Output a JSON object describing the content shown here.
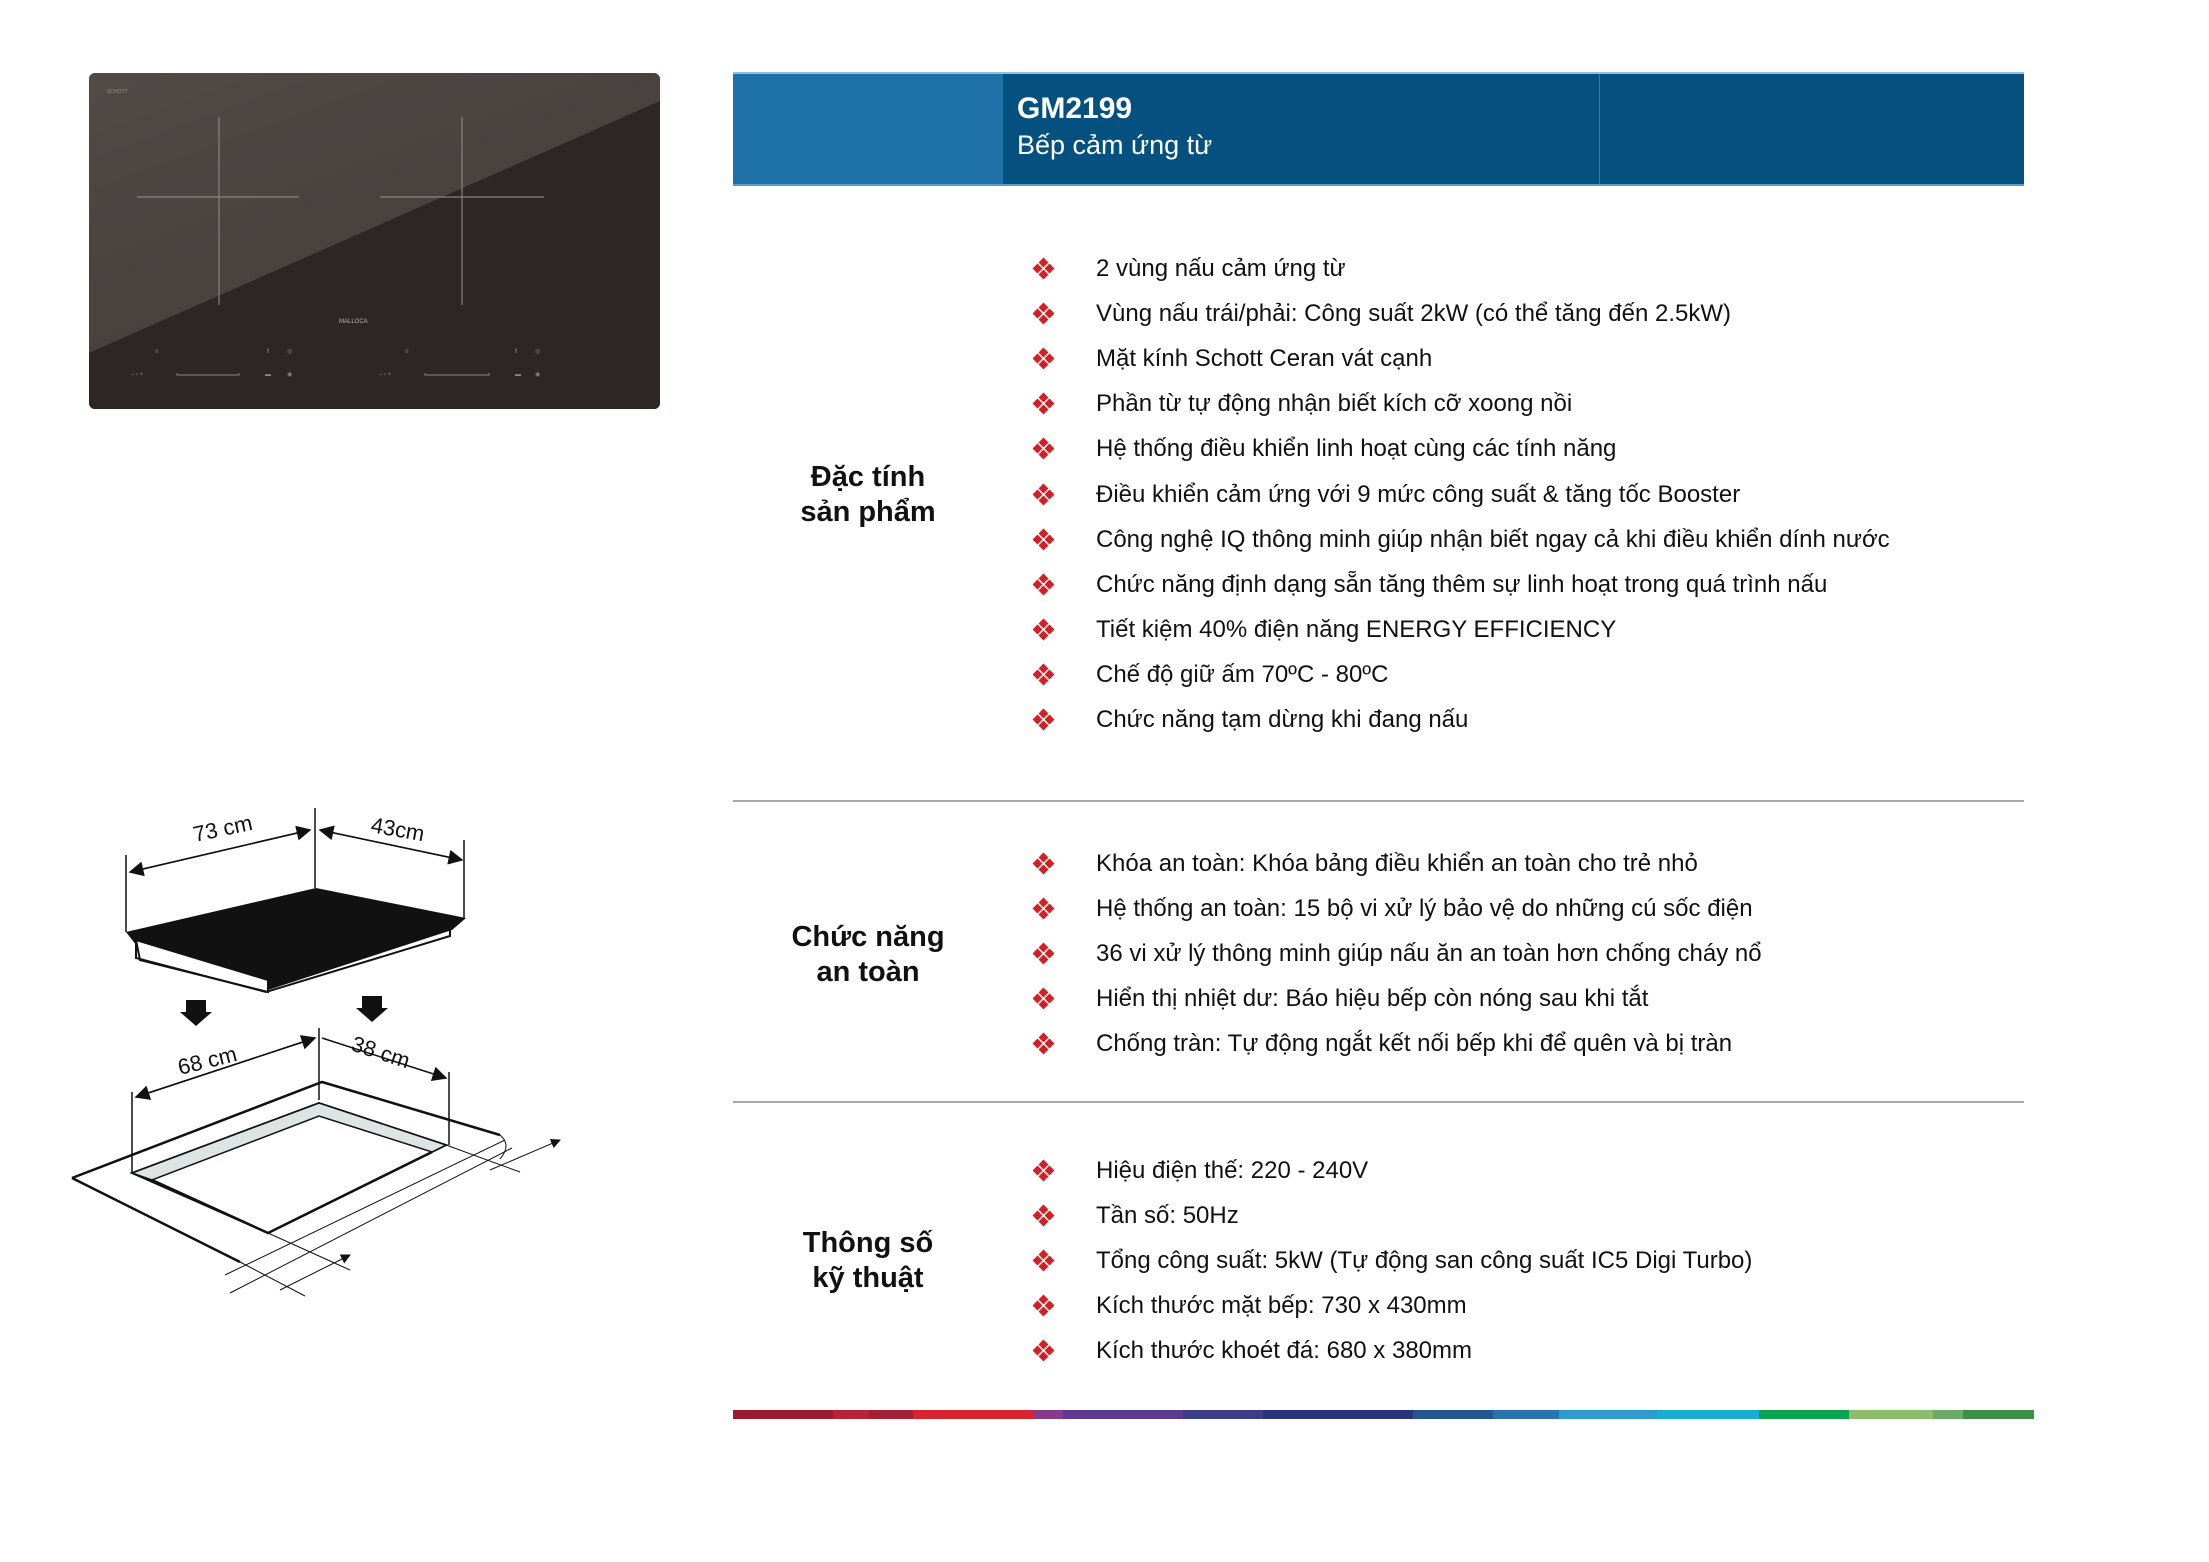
{
  "header": {
    "model": "GM2199",
    "subtitle": "Bếp cảm ứng từ",
    "colors": {
      "primary": "#04507f",
      "accent_block": "#1f72a8"
    }
  },
  "product_image": {
    "alt": "Bếp từ đôi mặt kính đen"
  },
  "sections": [
    {
      "label_line1": "Đặc tính",
      "label_line2": "sản phẩm",
      "items": [
        "2 vùng nấu cảm ứng từ",
        "Vùng nấu trái/phải: Công suất 2kW (có thể tăng đến 2.5kW)",
        "Mặt kính Schott Ceran vát cạnh",
        "Phần từ tự động nhận biết kích cỡ xoong nồi",
        "Hệ thống điều khiển linh hoạt cùng các tính năng",
        "Điều khiển cảm ứng với 9 mức công suất & tăng tốc Booster",
        "Công nghệ IQ thông minh giúp nhận biết ngay cả khi điều khiển dính nước",
        "Chức năng định dạng sẵn tăng thêm sự linh hoạt trong quá trình nấu",
        "Tiết kiệm 40% điện năng ENERGY EFFICIENCY",
        "Chế độ giữ ấm 70ºC - 80ºC",
        "Chức năng tạm dừng khi đang nấu"
      ]
    },
    {
      "label_line1": "Chức năng",
      "label_line2": "an toàn",
      "items": [
        "Khóa an toàn: Khóa bảng điều khiển an toàn cho trẻ nhỏ",
        "Hệ thống an toàn: 15 bộ vi xử lý bảo vệ do những cú sốc điện",
        "36 vi xử lý thông minh giúp nấu ăn an toàn hơn chống cháy nổ",
        "Hiển thị nhiệt dư: Báo hiệu bếp còn nóng sau khi tắt",
        "Chống tràn: Tự động ngắt kết nối bếp khi để quên và bị tràn"
      ]
    },
    {
      "label_line1": "Thông số",
      "label_line2": "kỹ thuật",
      "items": [
        "Hiệu điện thế: 220 - 240V",
        "Tần số: 50Hz",
        "Tổng công suất: 5kW (Tự động san công suất IC5 Digi Turbo)",
        "Kích thước mặt bếp: 730 x 430mm",
        "Kích thước khoét đá: 680 x 380mm"
      ]
    }
  ],
  "diagram": {
    "hob_width": "73 cm",
    "hob_depth": "43cm",
    "cutout_width": "68 cm",
    "cutout_depth": "38 cm"
  },
  "bullet_icon": "red-diamond-cluster-icon",
  "bullet_color": "#d32027",
  "colorbar": [
    "#9b1b30",
    "#b8223a",
    "#a41e34",
    "#d9232e",
    "#d9232e",
    "#8a3a8c",
    "#5b3a8f",
    "#3e3d8a",
    "#2a3579",
    "#2a3579",
    "#23588f",
    "#2a74ad",
    "#2f9bcc",
    "#17aed0",
    "#0aa34f",
    "#8cbd6a",
    "#6aab6a",
    "#3d8f47"
  ]
}
